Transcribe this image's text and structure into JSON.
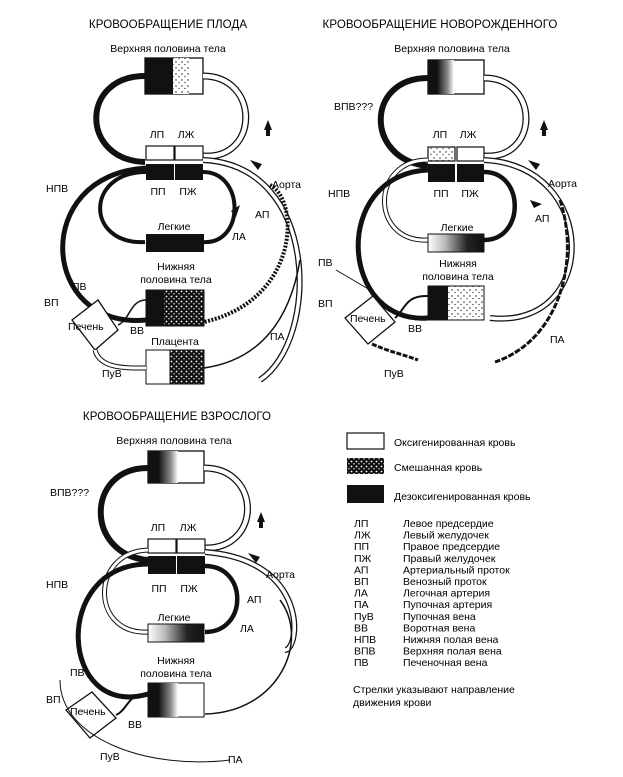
{
  "panels": {
    "fetal": {
      "title": "КРОВООБРАЩЕНИЕ ПЛОДА",
      "upper_body": "Верхняя половина тела",
      "lp": "ЛП",
      "lzh": "ЛЖ",
      "pp": "ПП",
      "pzh": "ПЖ",
      "lungs": "Легкие",
      "lower_body_1": "Нижняя",
      "lower_body_2": "половина тела",
      "placenta": "Плацента",
      "liver": "Печень",
      "npv": "НПВ",
      "aorta": "Аорта",
      "ap": "АП",
      "la": "ЛА",
      "pv": "ПВ",
      "vp": "ВП",
      "vv": "ВВ",
      "pa": "ПА",
      "puv": "ПуВ"
    },
    "newborn": {
      "title": "КРОВООБРАЩЕНИЕ НОВОРОЖДЕННОГО",
      "upper_body": "Верхняя половина тела",
      "vpv": "ВПВ???",
      "lp": "ЛП",
      "lzh": "ЛЖ",
      "pp": "ПП",
      "pzh": "ПЖ",
      "lungs": "Легкие",
      "lower_body_1": "Нижняя",
      "lower_body_2": "половина тела",
      "liver": "Печень",
      "npv": "НПВ",
      "aorta": "Аорта",
      "ap": "АП",
      "pv": "ПВ",
      "vp": "ВП",
      "vv": "ВВ",
      "pa": "ПА",
      "puv": "ПуВ"
    },
    "adult": {
      "title": "КРОВООБРАЩЕНИЕ ВЗРОСЛОГО",
      "upper_body": "Верхняя половина тела",
      "vpv": "ВПВ???",
      "lp": "ЛП",
      "lzh": "ЛЖ",
      "pp": "ПП",
      "pzh": "ПЖ",
      "lungs": "Легкие",
      "lower_body_1": "Нижняя",
      "lower_body_2": "половина тела",
      "liver": "Печень",
      "npv": "НПВ",
      "aorta": "Аорта",
      "ap": "АП",
      "la": "ЛА",
      "pv": "ПВ",
      "vp": "ВП",
      "vv": "ВВ",
      "pa": "ПА",
      "puv": "ПуВ"
    }
  },
  "legend": {
    "blood_types": [
      {
        "swatch": "oxygenated",
        "label": "Оксигенированная кровь"
      },
      {
        "swatch": "mixed",
        "label": "Смешанная кровь"
      },
      {
        "swatch": "deoxygenated",
        "label": "Дезоксигенированная кровь"
      }
    ],
    "abbreviations": [
      {
        "abbr": "ЛП",
        "meaning": "Левое предсердие"
      },
      {
        "abbr": "ЛЖ",
        "meaning": "Левый желудочек"
      },
      {
        "abbr": "ПП",
        "meaning": "Правое предсердие"
      },
      {
        "abbr": "ПЖ",
        "meaning": "Правый желудочек"
      },
      {
        "abbr": "АП",
        "meaning": "Артериальный проток"
      },
      {
        "abbr": "ВП",
        "meaning": "Венозный проток"
      },
      {
        "abbr": "ЛА",
        "meaning": "Легочная артерия"
      },
      {
        "abbr": "ПА",
        "meaning": "Пупочная артерия"
      },
      {
        "abbr": "ПуВ",
        "meaning": "Пупочная вена"
      },
      {
        "abbr": "ВВ",
        "meaning": "Воротная вена"
      },
      {
        "abbr": "НПВ",
        "meaning": "Нижняя полая вена"
      },
      {
        "abbr": "ВПВ",
        "meaning": "Верхняя полая вена"
      },
      {
        "abbr": "ПВ",
        "meaning": "Печеночная вена"
      }
    ],
    "note_1": "Стрелки указывают направление",
    "note_2": "движения крови"
  },
  "colors": {
    "ink": "#111111",
    "paper": "#ffffff"
  }
}
